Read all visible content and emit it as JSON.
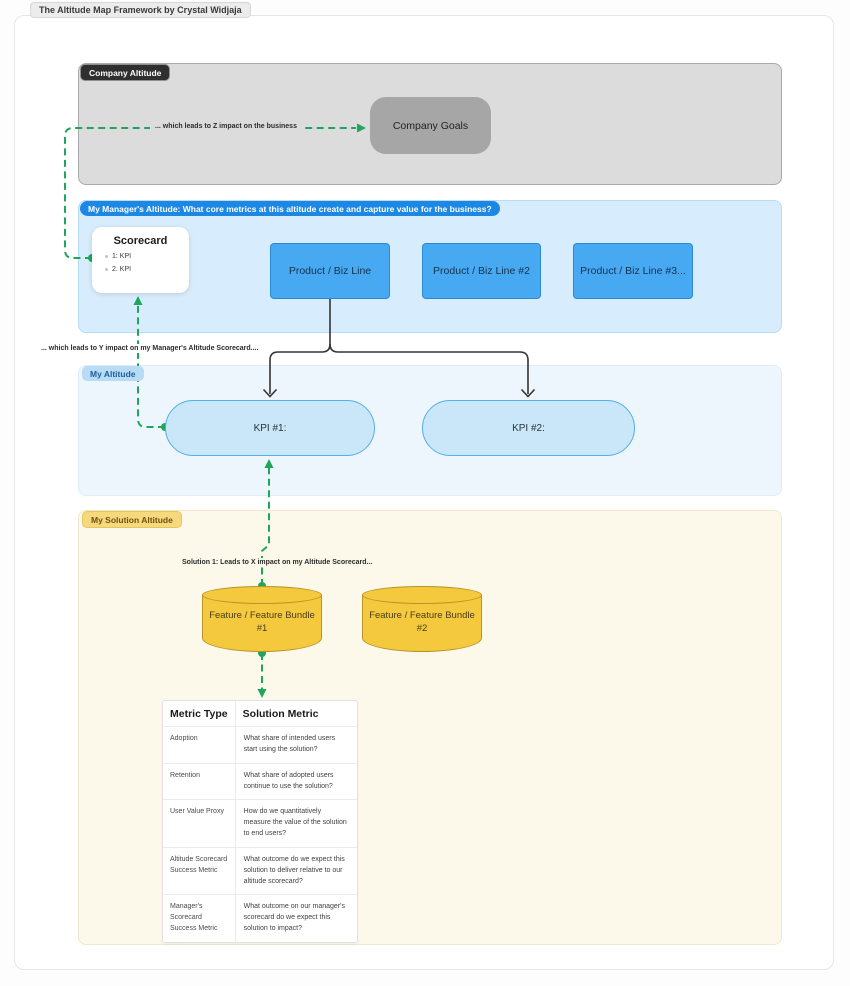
{
  "title": "The Altitude Map Framework by Crystal Widjaja",
  "colors": {
    "accent_green": "#1ea75c",
    "company_section_fill": "#dcdcdc",
    "company_goals_gray": "#a6a6a6",
    "manager_section_fill": "#d7ecfc",
    "manager_badge_blue": "#1d87e4",
    "product_box_blue": "#47a9f1",
    "kpi_fill": "#c9e7f8",
    "kpi_border": "#54aee8",
    "solution_section_fill": "#fdf9ea",
    "feature_yellow": "#f5c93e",
    "connector_black": "#333333"
  },
  "company": {
    "badge": "Company Altitude",
    "goals_label": "Company Goals",
    "z_impact_label": "... which leads to Z impact on the business"
  },
  "manager": {
    "badge": "My Manager's Altitude: What core metrics at this altitude create and capture value for the business?",
    "scorecard": {
      "title": "Scorecard",
      "items": [
        "1: KPI",
        "2. KPI"
      ]
    },
    "biz_lines": [
      "Product / Biz Line",
      "Product / Biz Line #2",
      "Product / Biz Line #3..."
    ]
  },
  "y_impact_label": "... which leads to Y impact on my Manager's Altitude Scorecard....",
  "my_altitude": {
    "badge": "My Altitude",
    "kpis": [
      "KPI #1:",
      "KPI #2:"
    ]
  },
  "solution": {
    "badge": "My Solution Altitude",
    "x_impact_label": "Solution 1: Leads to X impact on my Altitude Scorecard...",
    "features": [
      "Feature / Feature Bundle #1",
      "Feature / Feature Bundle #2"
    ],
    "table": {
      "headers": [
        "Metric Type",
        "Solution Metric"
      ],
      "rows": [
        {
          "type": "Adoption",
          "metric": "What share of intended users start using the solution?"
        },
        {
          "type": "Retention",
          "metric": "What share of adopted users continue to use the solution?"
        },
        {
          "type": "User Value Proxy",
          "metric": "How do we quantitatively measure the value of the solution to end users?"
        },
        {
          "type": "Altitude Scorecard Success Metric",
          "metric": "What outcome do we expect this solution to deliver relative to our altitude scorecard?"
        },
        {
          "type": "Manager's Scorecard Success Metric",
          "metric": "What outcome on our manager's scorecard do we expect this solution to impact?"
        }
      ]
    }
  }
}
